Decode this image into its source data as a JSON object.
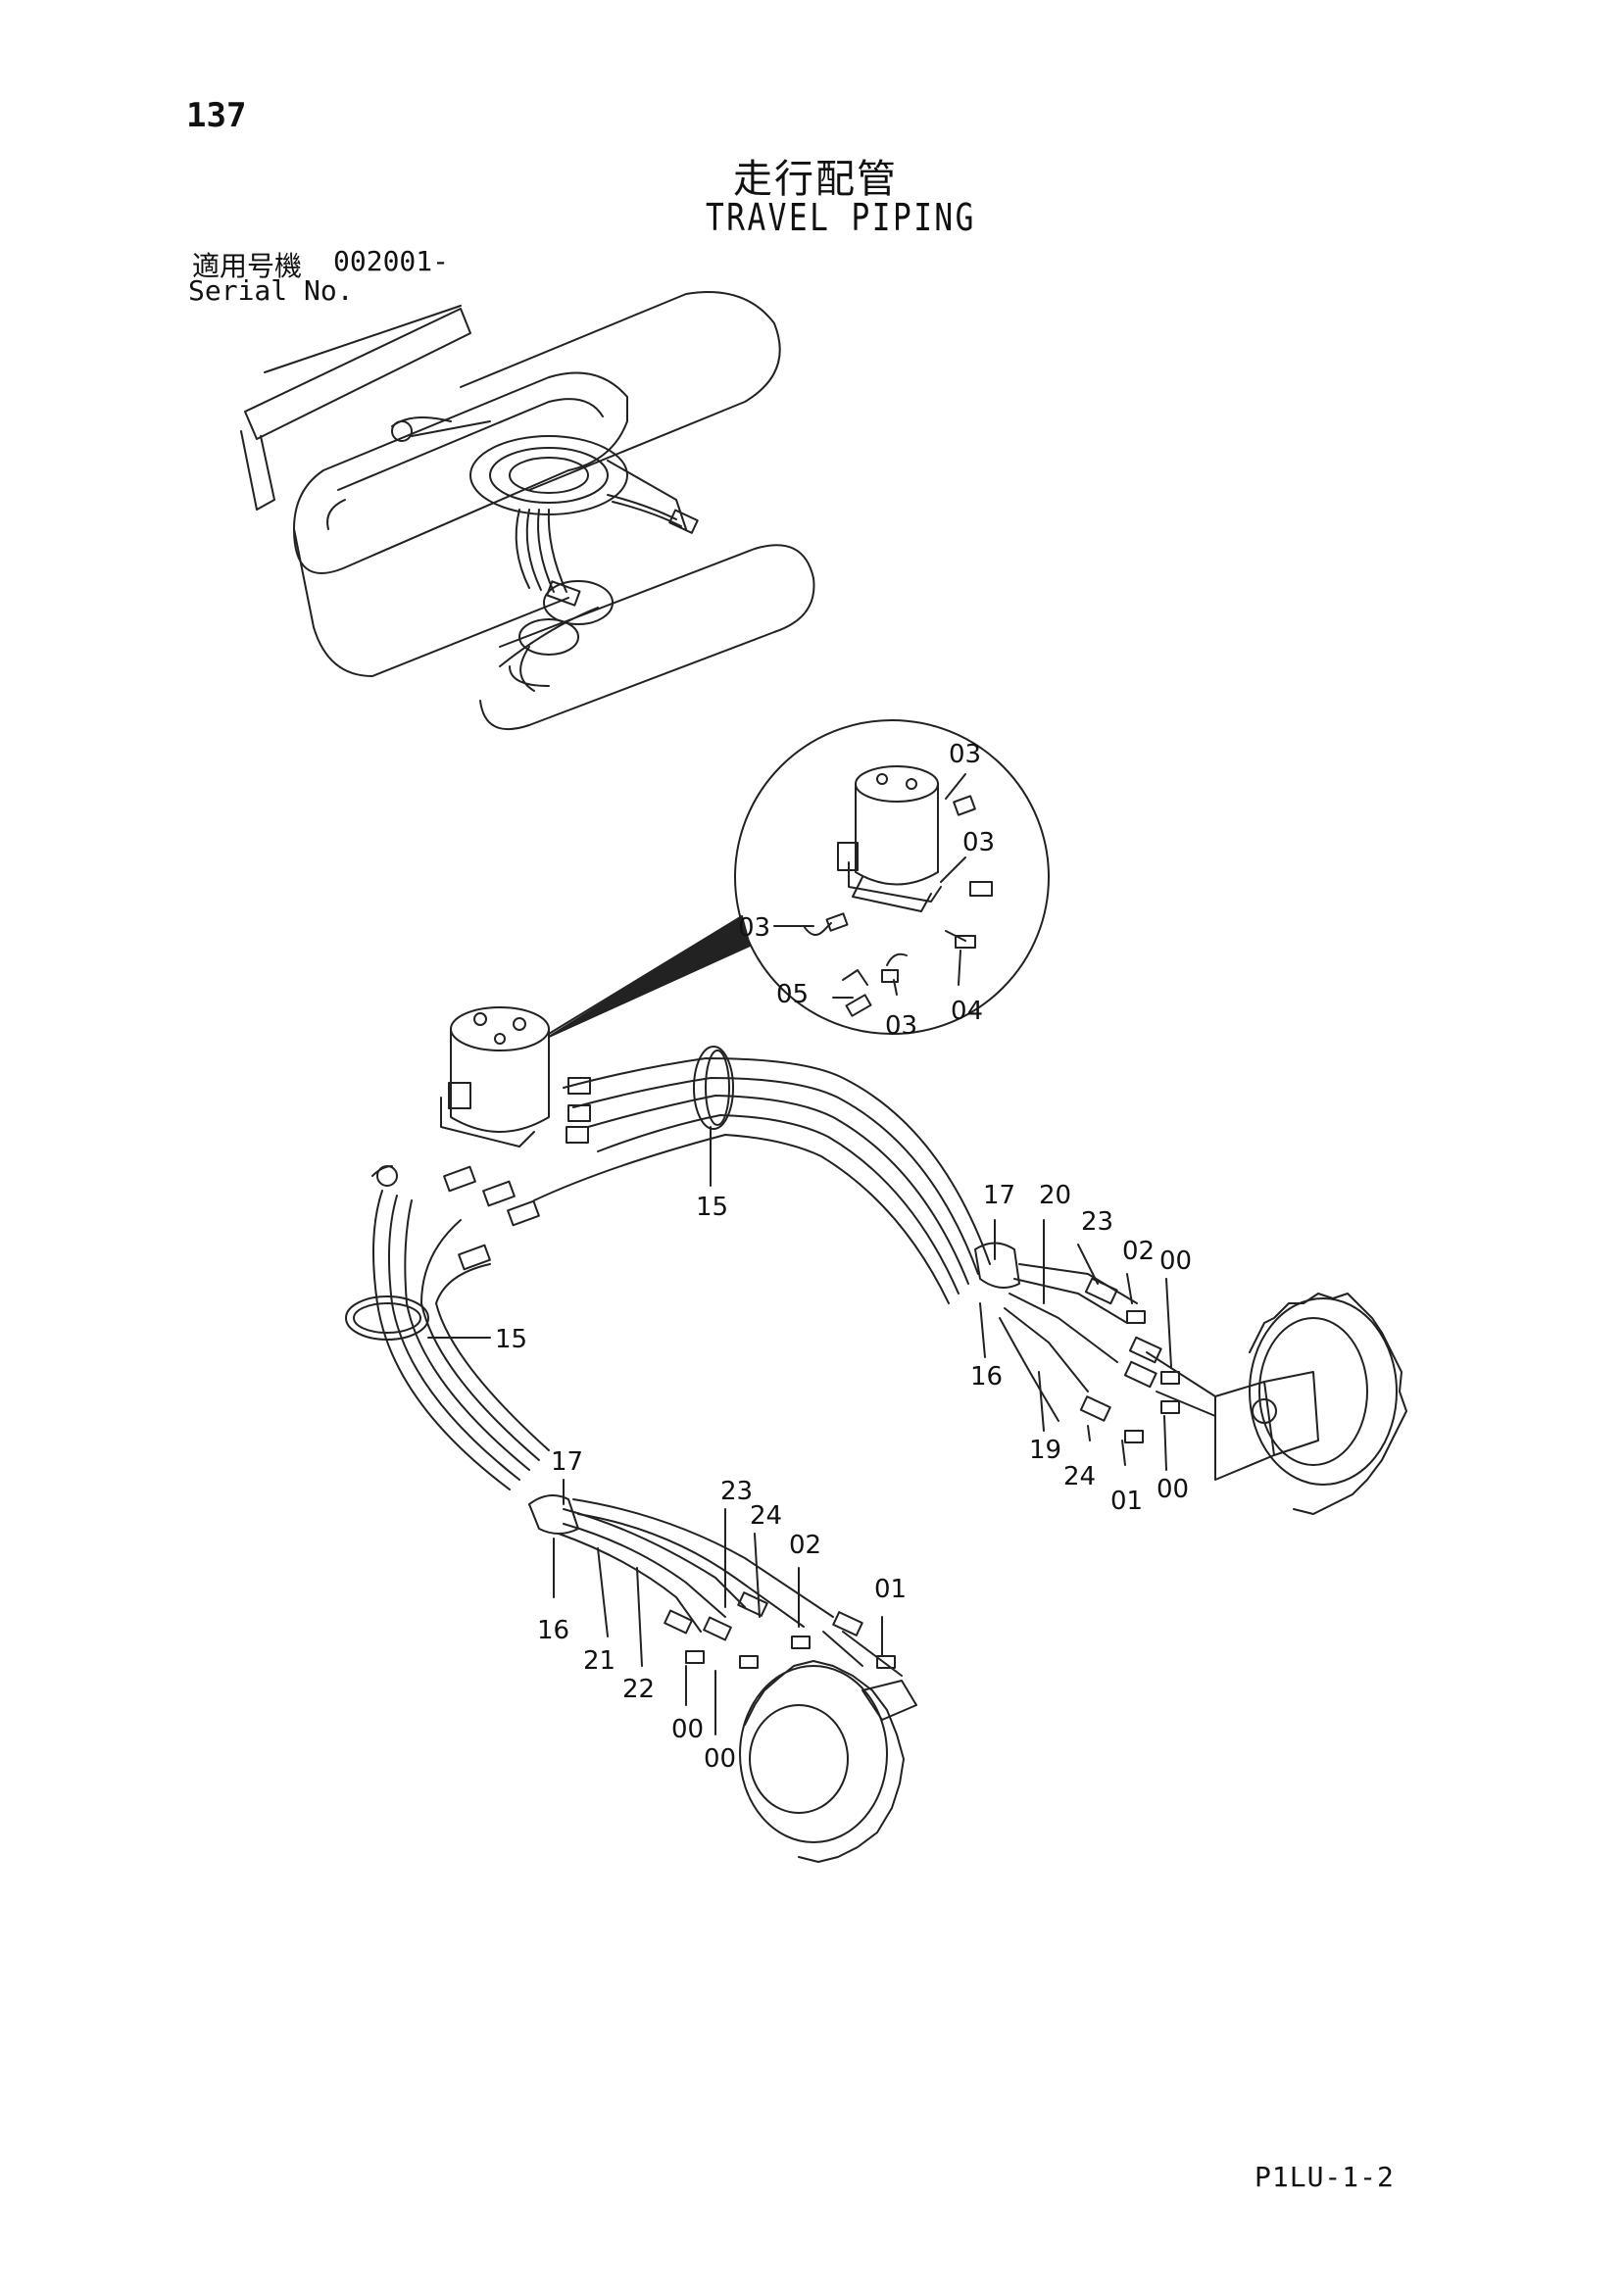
{
  "page": {
    "number": "137",
    "title_jp": "走行配管",
    "title_en": "TRAVEL PIPING",
    "serial_label_jp": "適用号機",
    "serial_value": "002001-",
    "serial_label_en": "Serial No.",
    "page_code": "P1LU-1-2"
  },
  "callouts": {
    "detail_03a": "03",
    "detail_03b": "03",
    "detail_03c": "03",
    "detail_03d": "03",
    "detail_05": "05",
    "detail_04": "04",
    "hose_15_top": "15",
    "hose_15_left": "15",
    "right_17": "17",
    "right_20": "20",
    "right_23": "23",
    "right_02": "02",
    "right_00a": "00",
    "right_16": "16",
    "right_19": "19",
    "right_24": "24",
    "right_01": "01",
    "right_00b": "00",
    "left_17": "17",
    "left_23": "23",
    "left_24": "24",
    "left_02": "02",
    "left_01": "01",
    "left_16": "16",
    "left_21": "21",
    "left_22": "22",
    "left_00a": "00",
    "left_00b": "00"
  }
}
